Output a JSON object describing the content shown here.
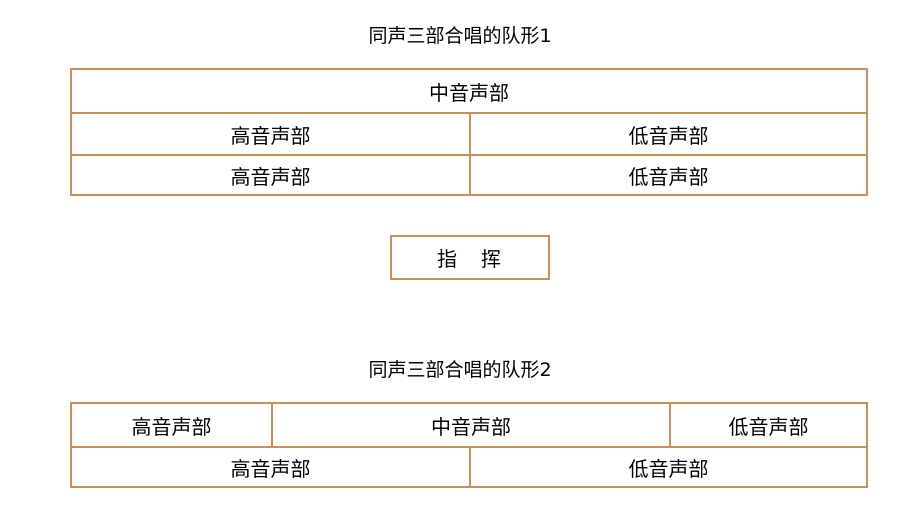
{
  "formation1": {
    "title": "同声三部合唱的队形1",
    "row1": [
      "中音声部"
    ],
    "row2": [
      "高音声部",
      "低音声部"
    ],
    "row3": [
      "高音声部",
      "低音声部"
    ]
  },
  "conductor": {
    "label": "指　挥"
  },
  "formation2": {
    "title": "同声三部合唱的队形2",
    "row1": [
      "高音声部",
      "中音声部",
      "低音声部"
    ],
    "row2": [
      "高音声部",
      "低音声部"
    ]
  },
  "colors": {
    "border": "#c8915a",
    "background": "#ffffff",
    "text": "#000000"
  }
}
